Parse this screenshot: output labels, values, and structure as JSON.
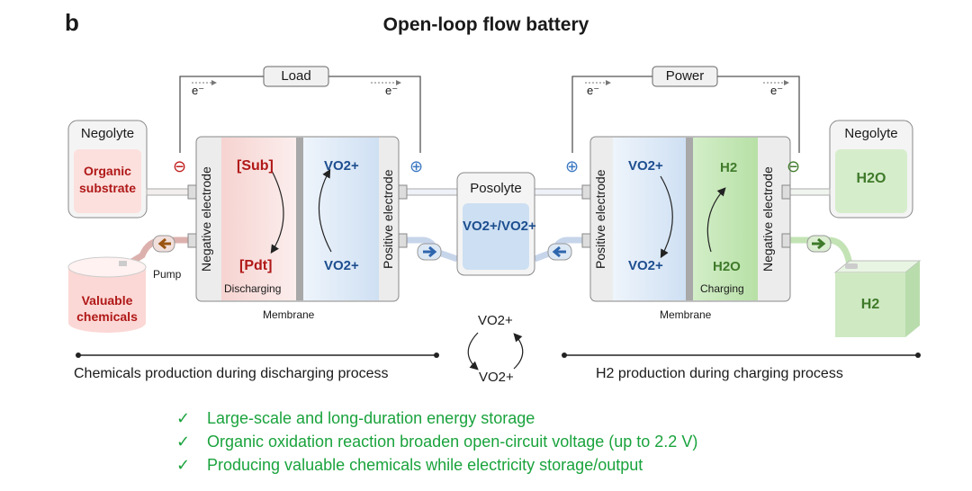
{
  "panel_letter": "b",
  "title": "Open-loop flow battery",
  "left": {
    "load": "Load",
    "electron": "e⁻",
    "negolyte_title": "Negolyte",
    "negolyte_content": "Organic substrate",
    "negative_electrode": "Negative electrode",
    "positive_electrode": "Positive electrode",
    "sub": "[Sub]",
    "pdt": "[Pdt]",
    "mode": "Discharging",
    "vo2plus": "VO2+",
    "vo2": "VO2+",
    "membrane": "Membrane",
    "pump": "Pump",
    "tank_label": "Valuable chemicals",
    "minus_sign": "⊖",
    "plus_sign": "⊕"
  },
  "center": {
    "posolyte_title": "Posolyte",
    "posolyte_content": "VO2+/VO2+",
    "cycle_top": "VO2+",
    "cycle_bottom": "VO2+"
  },
  "right": {
    "power": "Power",
    "electron": "e⁻",
    "negolyte_title": "Negolyte",
    "negolyte_content": "H2O",
    "positive_electrode": "Positive electrode",
    "negative_electrode": "Negative electrode",
    "vo2plus": "VO2+",
    "vo2": "VO2+",
    "h2": "H2",
    "h2o": "H2O",
    "mode": "Charging",
    "membrane": "Membrane",
    "tank_label": "H2"
  },
  "bottom": {
    "left_caption": "Chemicals production during discharging process",
    "right_caption": "H2 production during charging process"
  },
  "bullets": [
    "Large-scale and long-duration energy storage",
    "Organic oxidation reaction broaden open-circuit voltage (up to 2.2 V)",
    "Producing valuable chemicals while electricity storage/output"
  ],
  "colors": {
    "red_text": "#b01818",
    "blue_text": "#1d4e8f",
    "green_text": "#3f7a2a",
    "bullet_green": "#1aa33d"
  }
}
